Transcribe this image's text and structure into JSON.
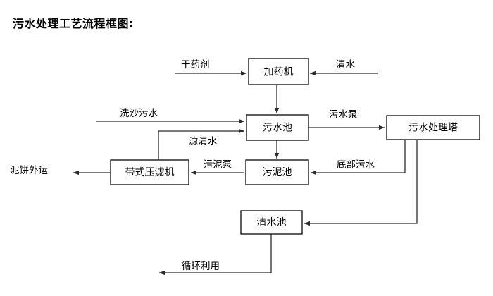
{
  "title": "污水处理工艺流程框图:",
  "colors": {
    "background": "#ffffff",
    "box_stroke": "#1a1a1a",
    "line_stroke": "#2b2b2b",
    "text": "#000000"
  },
  "diagram": {
    "type": "process-flow-block-diagram",
    "nodes": [
      {
        "id": "dosing_machine",
        "label": "加药机"
      },
      {
        "id": "sewage_pool",
        "label": "污水池"
      },
      {
        "id": "treatment_tower",
        "label": "污水处理塔"
      },
      {
        "id": "sludge_pool",
        "label": "污泥池"
      },
      {
        "id": "belt_filter_press",
        "label": "带式压滤机"
      },
      {
        "id": "clear_water_pool",
        "label": "清水池"
      }
    ],
    "terminals": [
      {
        "id": "dry_agent",
        "label": "干药剂"
      },
      {
        "id": "clean_water",
        "label": "清水"
      },
      {
        "id": "sand_wash_sewage",
        "label": "洗沙污水"
      },
      {
        "id": "mud_cake_out",
        "label": "泥饼外运"
      },
      {
        "id": "recycle_use",
        "label": "循环利用"
      }
    ],
    "edge_labels": [
      {
        "id": "sewage_pump",
        "label": "污水泵"
      },
      {
        "id": "filtered_clear_water",
        "label": "滤清水"
      },
      {
        "id": "sludge_pump",
        "label": "污泥泵"
      },
      {
        "id": "bottom_sewage",
        "label": "底部污水"
      }
    ],
    "edges": [
      {
        "from": "dry_agent",
        "to": "dosing_machine",
        "label": ""
      },
      {
        "from": "clean_water",
        "to": "dosing_machine",
        "label": ""
      },
      {
        "from": "dosing_machine",
        "to": "sewage_pool",
        "label": ""
      },
      {
        "from": "sand_wash_sewage",
        "to": "sewage_pool",
        "label": ""
      },
      {
        "from": "belt_filter_press",
        "to": "sewage_pool",
        "label": "滤清水"
      },
      {
        "from": "sewage_pool",
        "to": "treatment_tower",
        "label": "污水泵"
      },
      {
        "from": "sewage_pool",
        "to": "sludge_pool",
        "label": ""
      },
      {
        "from": "treatment_tower",
        "to": "sludge_pool",
        "label": "底部污水"
      },
      {
        "from": "sludge_pool",
        "to": "belt_filter_press",
        "label": "污泥泵"
      },
      {
        "from": "belt_filter_press",
        "to": "mud_cake_out",
        "label": ""
      },
      {
        "from": "treatment_tower",
        "to": "clear_water_pool",
        "label": ""
      },
      {
        "from": "clear_water_pool",
        "to": "recycle_use",
        "label": "循环利用"
      }
    ]
  }
}
